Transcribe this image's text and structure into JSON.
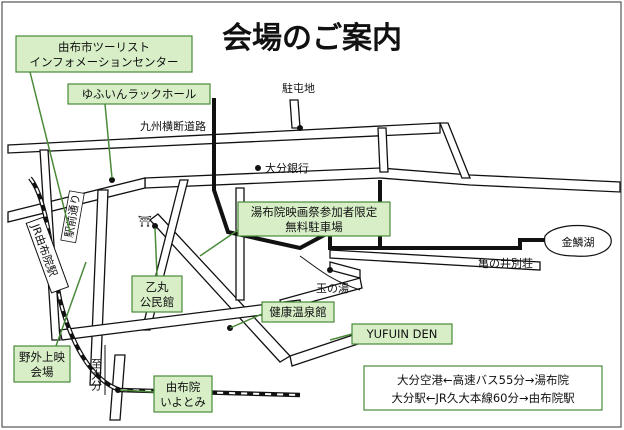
{
  "title": "会場のご案内",
  "colors": {
    "box_fill": "#d7eec7",
    "box_stroke": "#4a8a3a",
    "road_stroke": "#111111",
    "rail": "#111111",
    "frame": "#555555"
  },
  "callouts": {
    "tourist_info_line1": "由布市ツーリスト",
    "tourist_info_line2": "インフォメーションセンター",
    "yufuin_rack_hall": "ゆふいんラックホール",
    "film_festival_parking_line1": "湯布院映画祭参加者限定",
    "film_festival_parking_line2": "無料駐車場",
    "otomaru_hall_line1": "乙丸",
    "otomaru_hall_line2": "公民館",
    "kenko_onsen": "健康温泉館",
    "yufuin_den": "YUFUIN DEN",
    "outdoor_screening_line1": "野外上映",
    "outdoor_screening_line2": "会場",
    "yufuin_iyotomi_line1": "由布院",
    "yufuin_iyotomi_line2": "いよとみ"
  },
  "labels": {
    "chutonchi": "駐屯地",
    "kyushu_odan": "九州横断道路",
    "oita_bank": "大分銀行",
    "kinrinko": "金鱗湖",
    "kamenoi": "亀の井別荘",
    "tamanoyu": "玉の湯",
    "jr_yufuin_station": "JR由布院駅",
    "ekimae_dori": "駅前通り",
    "to_oita": "至大分",
    "torii_mark": "⛩"
  },
  "access": {
    "line1": "大分空港←高速バス55分→湯布院",
    "line2": "大分駅←JR久大本線60分→由布院駅"
  }
}
